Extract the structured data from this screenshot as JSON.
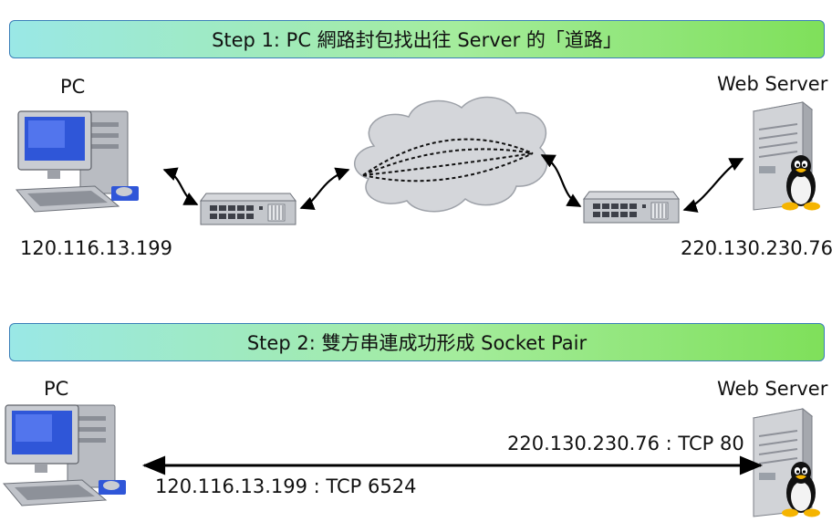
{
  "step1": {
    "title": "Step 1: PC 網路封包找出往 Server 的「道路」",
    "pc_label": "PC",
    "server_label": "Web Server",
    "pc_ip": "120.116.13.199",
    "server_ip": "220.130.230.76"
  },
  "step2": {
    "title": "Step 2:  雙方串連成功形成  Socket Pair",
    "pc_label": "PC",
    "server_label": "Web Server",
    "pc_socket": "120.116.13.199 : TCP 6524",
    "server_socket": "220.130.230.76 : TCP 80"
  },
  "icons": [
    "pc-icon",
    "network-switch-icon",
    "internet-cloud-icon",
    "web-server-icon",
    "tux-penguin-icon"
  ]
}
